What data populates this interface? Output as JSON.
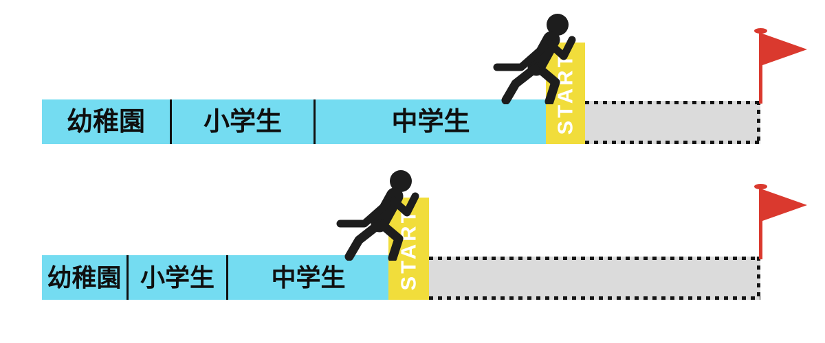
{
  "colors": {
    "track_blue": "#74DCF1",
    "start_yellow": "#F1DD3B",
    "goal_gray": "#DBDBDB",
    "dash_black": "#141414",
    "flag_red": "#DA392E",
    "runner_black": "#1D1D1D",
    "divider_black": "#101010",
    "label_black": "#0F0F0F",
    "start_text_white": "#FFFFFF"
  },
  "rows": [
    {
      "segments": [
        {
          "label": "幼稚園"
        },
        {
          "label": "小学生"
        },
        {
          "label": "中学生"
        }
      ],
      "start_label": "START"
    },
    {
      "segments": [
        {
          "label": "幼稚園"
        },
        {
          "label": "小学生"
        },
        {
          "label": "中学生"
        }
      ],
      "start_label": "START"
    }
  ],
  "icons": {
    "runner": "running-person-icon",
    "flag": "goal-flag-icon"
  }
}
